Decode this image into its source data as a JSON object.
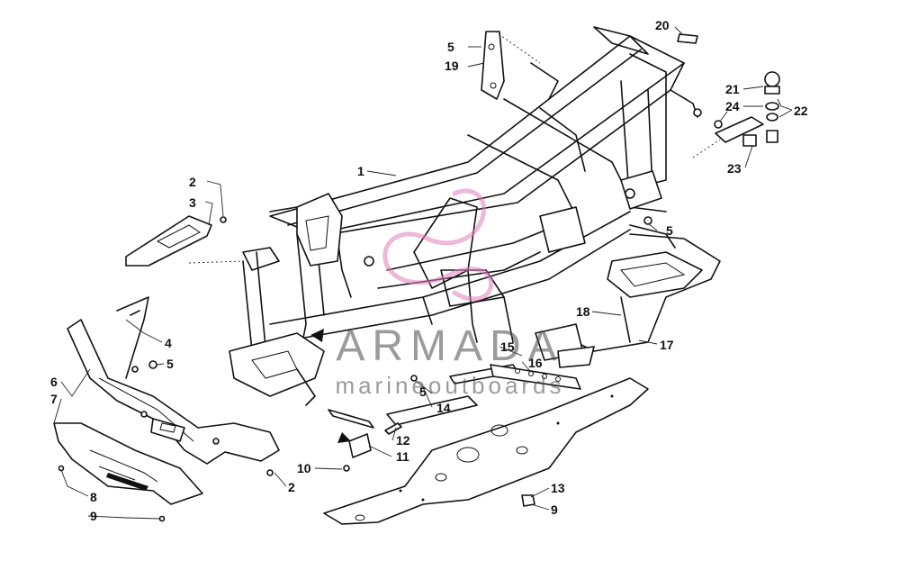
{
  "callouts": {
    "c1": "1",
    "c2a": "2",
    "c2b": "2",
    "c3": "3",
    "c4": "4",
    "c5a": "5",
    "c5b": "5",
    "c5c": "5",
    "c5d": "5",
    "c6": "6",
    "c7": "7",
    "c8": "8",
    "c9a": "9",
    "c9b": "9",
    "c10": "10",
    "c11": "11",
    "c12": "12",
    "c13": "13",
    "c14": "14",
    "c15": "15",
    "c16": "16",
    "c17": "17",
    "c18": "18",
    "c19": "19",
    "c20": "20",
    "c21": "21",
    "c22": "22",
    "c23": "23",
    "c24": "24"
  },
  "watermark": {
    "brand": "ARMADA",
    "tagline": "marineoutboards",
    "mark_color": "#e07fb8"
  }
}
